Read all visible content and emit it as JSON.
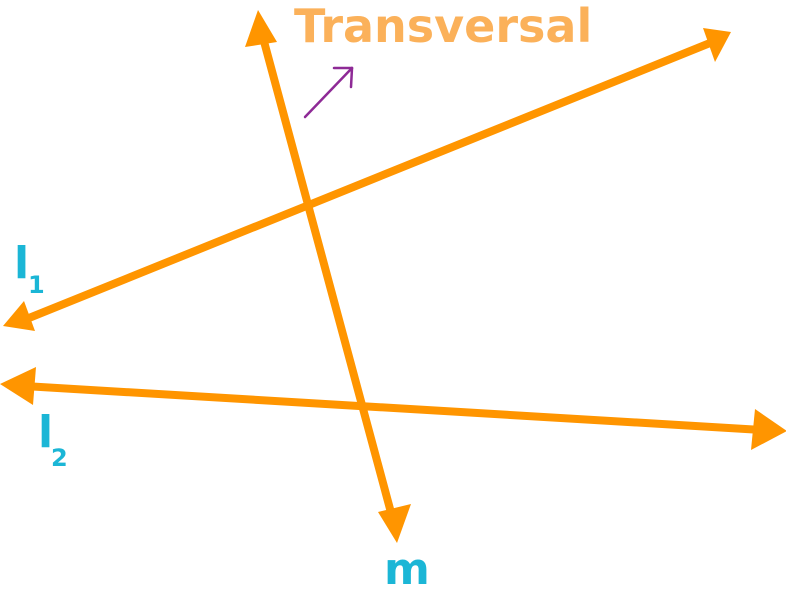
{
  "diagram": {
    "title": "Transversal",
    "labels": {
      "l1_main": "l",
      "l1_sub": "1",
      "l2_main": "l",
      "l2_sub": "2",
      "m": "m"
    }
  },
  "colors": {
    "line": "#FF9500",
    "title": "#FBB15A",
    "label": "#1BB6D6",
    "pointer_arrow": "#8E2A96",
    "background": "#FFFFFF"
  }
}
